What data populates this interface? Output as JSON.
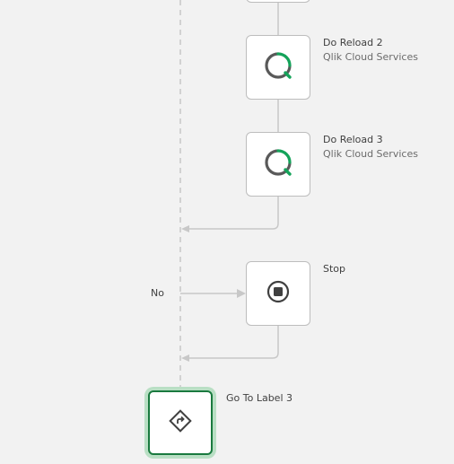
{
  "blocks": {
    "reload2": {
      "title": "Do Reload 2",
      "subtitle": "Qlik Cloud Services",
      "icon": "qlik-icon"
    },
    "reload3": {
      "title": "Do Reload 3",
      "subtitle": "Qlik Cloud Services",
      "icon": "qlik-icon"
    },
    "stop": {
      "title": "Stop",
      "icon": "stop-icon"
    },
    "goto": {
      "title": "Go To Label 3",
      "icon": "go-to-label-icon"
    }
  },
  "branches": {
    "no_label": "No"
  },
  "colors": {
    "canvas": "#f2f2f2",
    "connector": "#c8c8c8",
    "qlik_green": "#14a35a",
    "qlik_gray": "#595959",
    "selected_border": "#1a7a3f",
    "selected_glow": "#b9dfc4"
  }
}
